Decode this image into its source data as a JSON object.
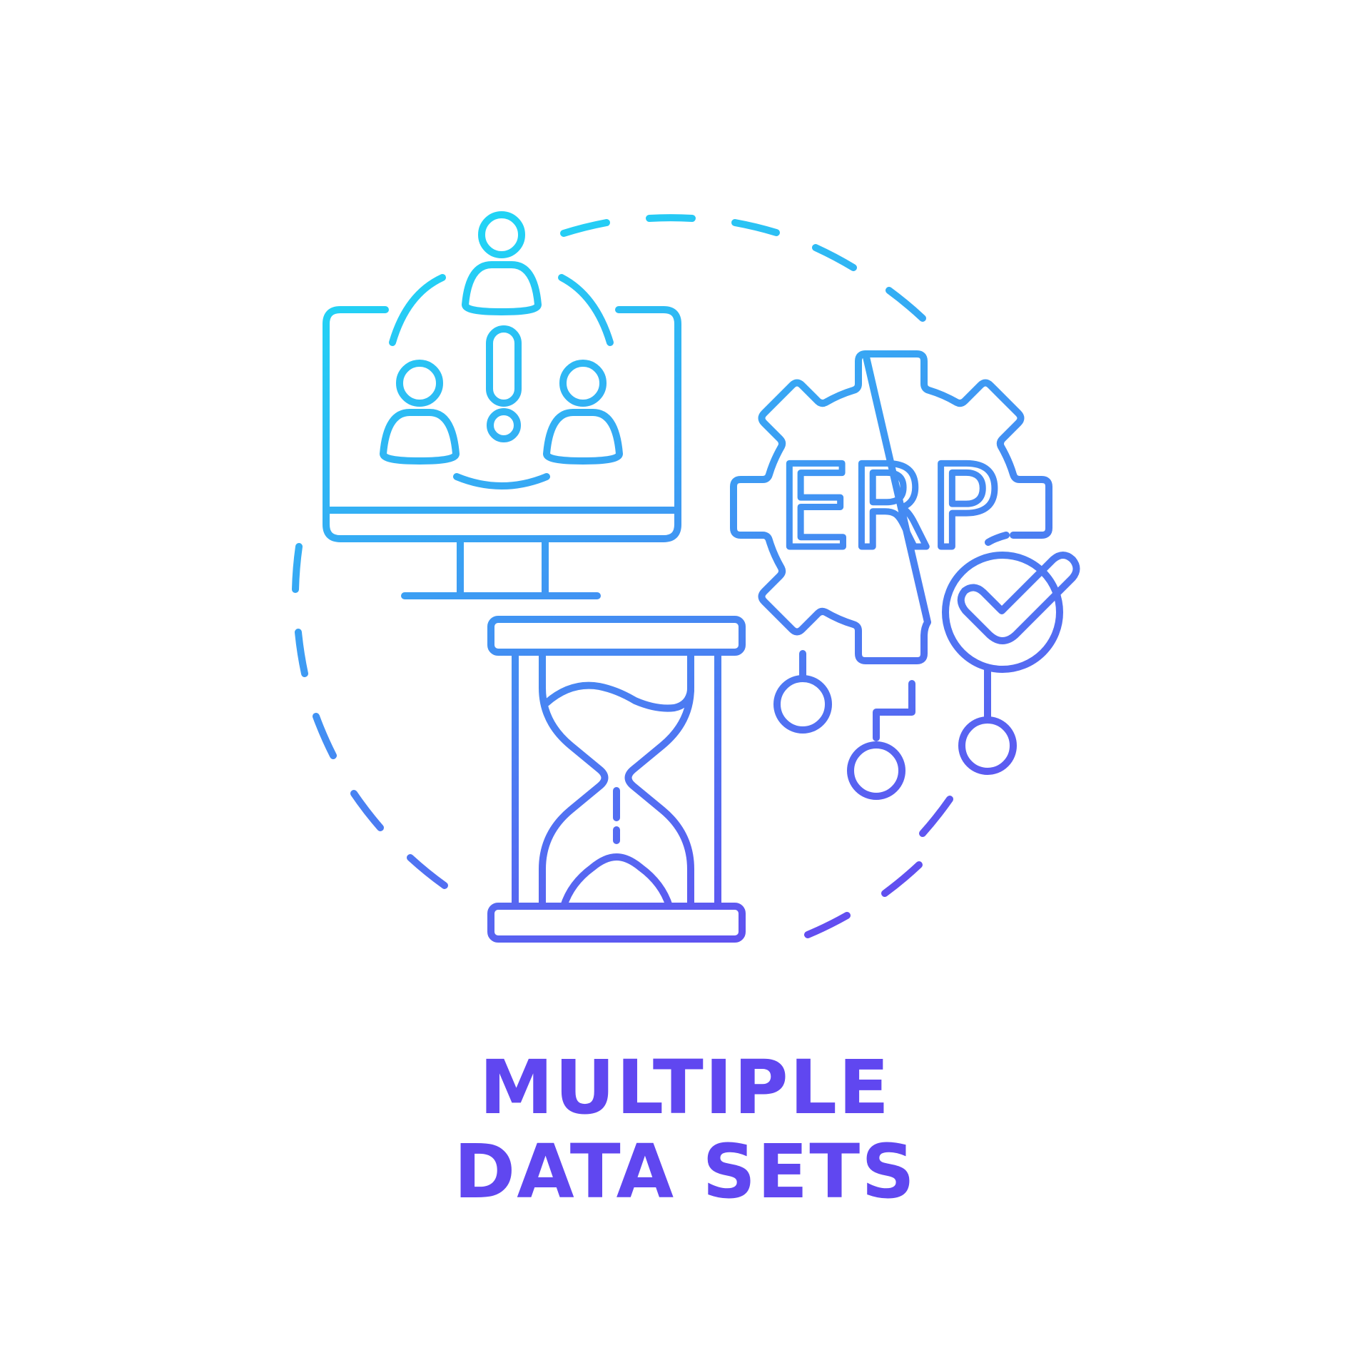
{
  "illustration": {
    "icons": [
      "dashed-ring",
      "monitor-icon",
      "team-icon",
      "exclamation-icon",
      "hourglass-icon",
      "gear-icon",
      "checkmark-badge-icon",
      "node-icon"
    ],
    "gear_label": "ERP"
  },
  "caption": {
    "line1": "MULTIPLE",
    "line2": "DATA SETS"
  },
  "colors": {
    "gradient_start": "#22d3f5",
    "gradient_end": "#6645f0",
    "caption": "#6047f0",
    "background": "#ffffff"
  }
}
